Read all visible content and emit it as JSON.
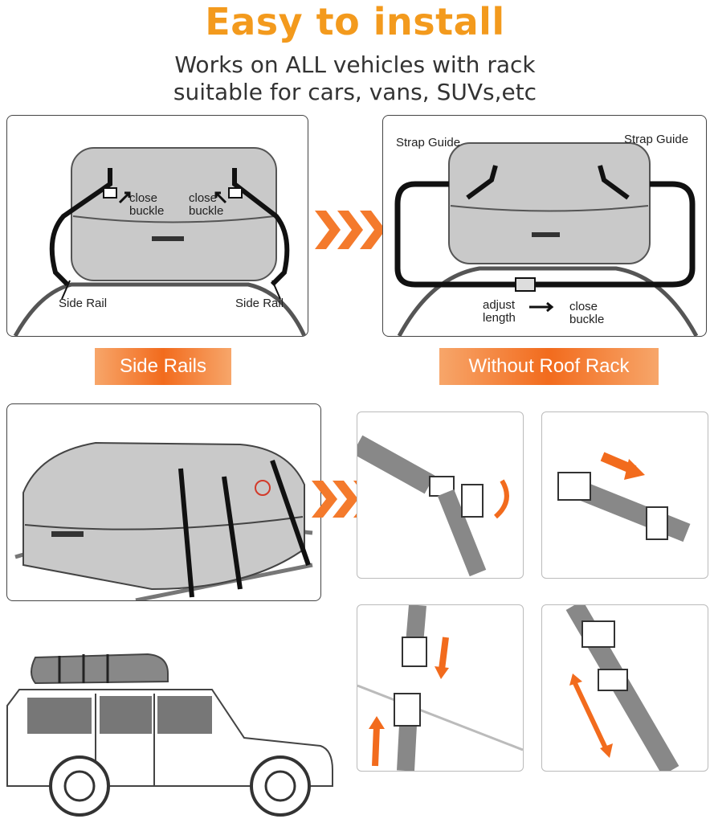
{
  "header": {
    "title": "Easy to install",
    "subtitle_line1": "Works on ALL vehicles with  rack",
    "subtitle_line2": "suitable for cars, vans, SUVs,etc"
  },
  "panel_side_rails": {
    "close_buckle_left_1": "close",
    "close_buckle_left_2": "buckle",
    "close_buckle_right_1": "close",
    "close_buckle_right_2": "buckle",
    "side_rail_left": "Side Rail",
    "side_rail_right": "Side Rail",
    "banner": "Side Rails"
  },
  "panel_without_rack": {
    "strap_guide_left": "Strap Guide",
    "strap_guide_right": "Strap Guide",
    "adjust_1": "adjust",
    "adjust_2": "length",
    "close_1": "close",
    "close_2": "buckle",
    "banner": "Without Roof Rack"
  },
  "colors": {
    "title": "#f39a1d",
    "accent_orange": "#f26b1d",
    "bag_gray": "#c9c9c9",
    "strap_black": "#111111"
  }
}
